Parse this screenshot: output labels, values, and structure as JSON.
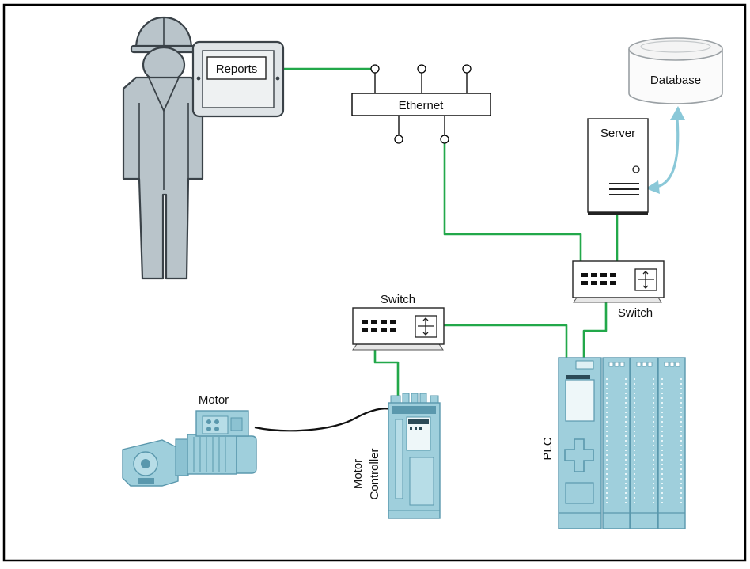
{
  "labels": {
    "reports": "Reports",
    "ethernet": "Ethernet",
    "database": "Database",
    "server": "Server",
    "switch_top": "Switch",
    "switch_mid": "Switch",
    "motor": "Motor",
    "motor_controller_line1": "Motor",
    "motor_controller_line2": "Controller",
    "plc": "PLC"
  },
  "colors": {
    "network_line": "#22a84a",
    "database_link": "#8ac8d8",
    "equipment": "#9fcfdc",
    "equipment_dark": "#5a98ad",
    "person": "#b9c4ca",
    "person_outline": "#3a4248"
  },
  "icons": [
    "worker-icon",
    "tablet-icon",
    "database-icon",
    "server-icon",
    "switch-icon",
    "plc-icon",
    "motor-icon",
    "motor-controller-icon"
  ]
}
